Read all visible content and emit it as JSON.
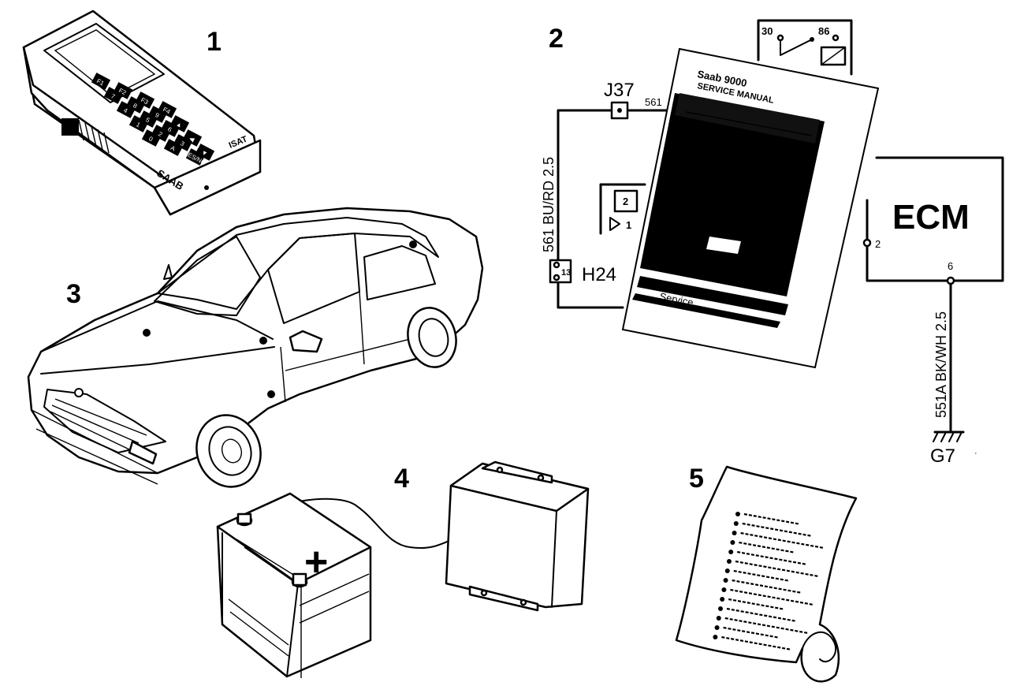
{
  "callouts": {
    "n1": "1",
    "n2": "2",
    "n3": "3",
    "n4": "4",
    "n5": "5"
  },
  "tester": {
    "brand": "SAAB",
    "model": "ISAT",
    "keys": [
      "F1",
      "F2",
      "F3",
      "F4",
      "7",
      "8",
      "9",
      "▲",
      "4",
      "5",
      "6",
      "◀",
      "1",
      "2",
      "3",
      "▼",
      "0",
      "A",
      "YES/NO"
    ]
  },
  "wiring": {
    "connector_j37": "J37",
    "wire_561": "561",
    "wire_561_bu_rd": "561 BU/RD 2.5",
    "connector_h24": "H24",
    "h24_pin": "13",
    "relay_pins": [
      "30",
      "86"
    ],
    "component_pins": [
      "2",
      "1"
    ],
    "ecm": "ECM",
    "ecm_pin_left": "2",
    "ecm_pin_bottom": "6",
    "wire_551a": "551A BK/WH 2.5",
    "ground": "G7"
  },
  "manual": {
    "title": "Saab 9000",
    "subtitle": "SERVICE MANUAL",
    "footer": "Service"
  },
  "battery": {
    "sign": "+"
  }
}
